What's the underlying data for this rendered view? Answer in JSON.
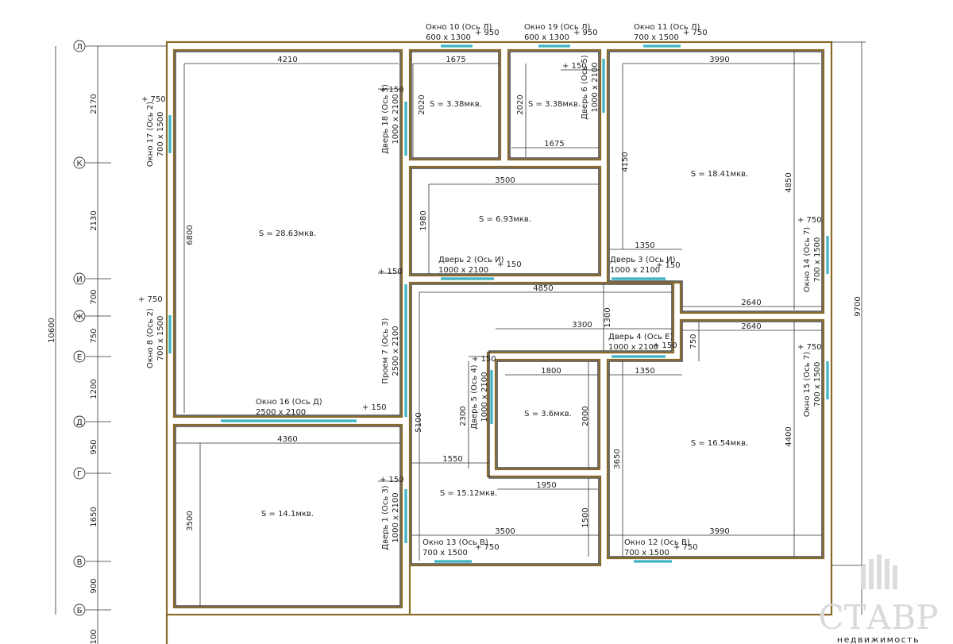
{
  "rooms": [
    {
      "id": "r1",
      "area": "S = 28.63мкв."
    },
    {
      "id": "r2",
      "area": "S = 3.38мкв."
    },
    {
      "id": "r3",
      "area": "S = 3.38мкв."
    },
    {
      "id": "r4",
      "area": "S = 18.41мкв."
    },
    {
      "id": "r5",
      "area": "S = 6.93мкв."
    },
    {
      "id": "r6",
      "area": "S = 3.6мкв."
    },
    {
      "id": "r7",
      "area": "S = 16.54мкв."
    },
    {
      "id": "r8",
      "area": "S = 14.1мкв."
    },
    {
      "id": "r9",
      "area": "S = 15.12мкв."
    }
  ],
  "openings": {
    "okno10": {
      "name": "Окно 10 (Ось Л)",
      "size": "600 х 1300",
      "level": "+ 950"
    },
    "okno19": {
      "name": "Окно 19 (Ось Л)",
      "size": "600 х 1300",
      "level": "+ 950"
    },
    "okno11": {
      "name": "Окно 11 (Ось Л)",
      "size": "700 х 1500",
      "level": "+ 750"
    },
    "okno17": {
      "name": "Окно 17 (Ось 2)",
      "size": "700 х 1500",
      "level": "+ 750"
    },
    "okno8": {
      "name": "Окно 8 (Ось 2)",
      "size": "700 х 1500",
      "level": "+ 750"
    },
    "okno14": {
      "name": "Окно 14 (Ось 7)",
      "size": "700 х 1500",
      "level": "+ 750"
    },
    "okno15": {
      "name": "Окно 15 (Ось 7)",
      "size": "700 х 1500",
      "level": "+ 750"
    },
    "okno16": {
      "name": "Окно 16 (Ось Д)",
      "size": "2500 х 2100",
      "level": "+ 150"
    },
    "okno13": {
      "name": "Окно 13 (Ось В)",
      "size": "700 х 1500",
      "level": "+ 750"
    },
    "okno12": {
      "name": "Окно 12 (Ось В)",
      "size": "700 х 1500",
      "level": "+ 750"
    },
    "dver18": {
      "name": "Дверь 18 (Ось 3)",
      "size": "1000 х 2100",
      "level": "+ 150"
    },
    "dver6": {
      "name": "Дверь 6 (Ось 5)",
      "size": "1000 х 2100",
      "level": "+ 150"
    },
    "dver2": {
      "name": "Дверь 2 (Ось И)",
      "size": "1000 х 2100",
      "level": "+ 150"
    },
    "dver3": {
      "name": "Дверь 3 (Ось И)",
      "size": "1000 х 2100",
      "level": "+ 150"
    },
    "dver4": {
      "name": "Дверь 4 (Ось Е)",
      "size": "1000 х 2100",
      "level": "+ 150"
    },
    "dver5": {
      "name": "Дверь 5 (Ось 4)",
      "size": "1000 х 2100",
      "level": "+ 150"
    },
    "dver1": {
      "name": "Дверь 1 (Ось 3)",
      "size": "1000 х 2100",
      "level": "+ 150"
    },
    "proem7": {
      "name": "Проем 7 (Ось 3)",
      "size": "2500 х 2100",
      "level": "+ 150"
    }
  },
  "dims": {
    "d4210": "4210",
    "d1675a": "1675",
    "d1675b": "1675",
    "d3990a": "3990",
    "d3990b": "3990",
    "d2020a": "2020",
    "d2020b": "2020",
    "d3500a": "3500",
    "d1980": "1980",
    "d6800": "6800",
    "d4150": "4150",
    "d4850v": "4850",
    "d1350a": "1350",
    "d1350b": "1350",
    "d2640a": "2640",
    "d2640b": "2640",
    "d4850h": "4850",
    "d1300": "1300",
    "d3300": "3300",
    "d750": "750",
    "d1800": "1800",
    "d2300": "2300",
    "d2000": "2000",
    "d4360": "4360",
    "d5100": "5100",
    "d1550": "1550",
    "d1950": "1950",
    "d1500": "1500",
    "d3500b": "3500",
    "d3500c": "3500",
    "d3650": "3650",
    "d4400": "4400",
    "d9700": "9700"
  },
  "axes": {
    "labels": [
      "Л",
      "К",
      "И",
      "Ж",
      "Е",
      "Д",
      "Г",
      "В",
      "Б"
    ],
    "segments": [
      "2170",
      "2130",
      "700",
      "750",
      "1200",
      "950",
      "1650",
      "900",
      "100"
    ],
    "total": "10600"
  },
  "brand": {
    "name": "СТАВР",
    "sub": "недвижимость"
  }
}
